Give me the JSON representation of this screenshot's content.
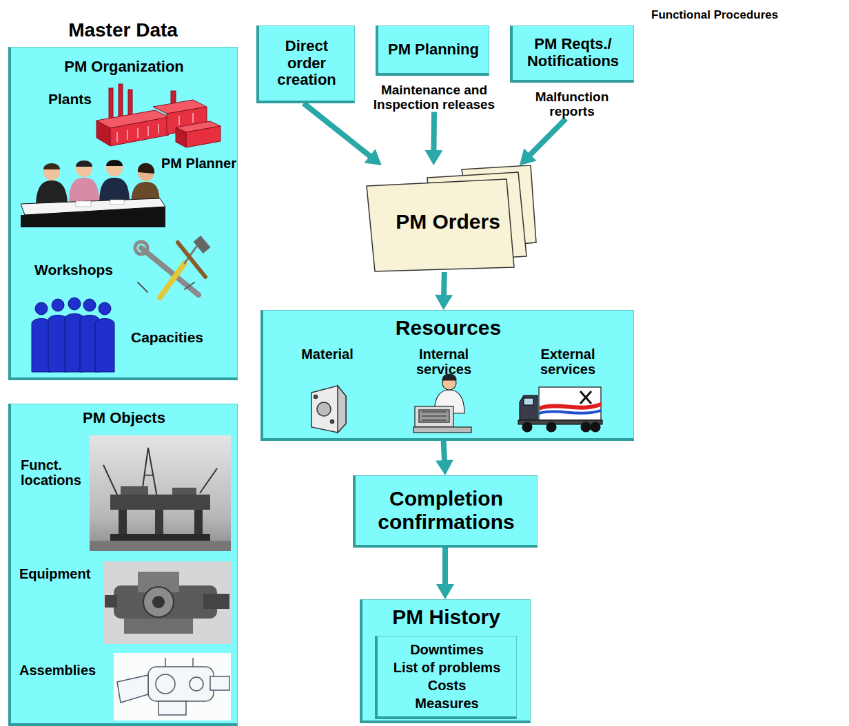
{
  "diagram": {
    "title": "Functional Procedures",
    "nodes": [
      {
        "text": [
          "Master Data",
          "PM Organization"
        ]
      },
      {
        "text": [
          "PM Objects"
        ]
      },
      {
        "text": [
          "Direct order creation"
        ]
      },
      {
        "text": [
          "PM Planning",
          "Maintenance and Inspection releases"
        ]
      },
      {
        "text": [
          "PM Reqts./ Notifications",
          "Malfunction reports"
        ]
      },
      {
        "text": [
          "PM Orders"
        ]
      },
      {
        "text": [
          "Resources"
        ]
      },
      {
        "text": [
          "Completion confirmations"
        ]
      },
      {
        "text": [
          "PM History"
        ]
      },
      {
        "text": [
          "Downtimes",
          "List of problems",
          "Costs",
          "Measures"
        ],
        "in": 8
      }
    ],
    "edges": [
      {
        "from": 2,
        "to": 5,
        "arrow": "to"
      },
      {
        "from": 3,
        "to": 5,
        "arrow": "to"
      },
      {
        "from": 4,
        "to": 5,
        "arrow": "to"
      },
      {
        "from": 5,
        "to": 6,
        "arrow": "to"
      },
      {
        "from": 6,
        "to": 7,
        "arrow": "to"
      },
      {
        "from": 7,
        "to": 8,
        "arrow": "to"
      }
    ],
    "labels": [
      "Plants",
      "PM Planner",
      "Workshops",
      "Capacities",
      "Funct. locations",
      "Equipment",
      "Assemblies",
      "Material",
      "Internal services",
      "External services"
    ]
  }
}
